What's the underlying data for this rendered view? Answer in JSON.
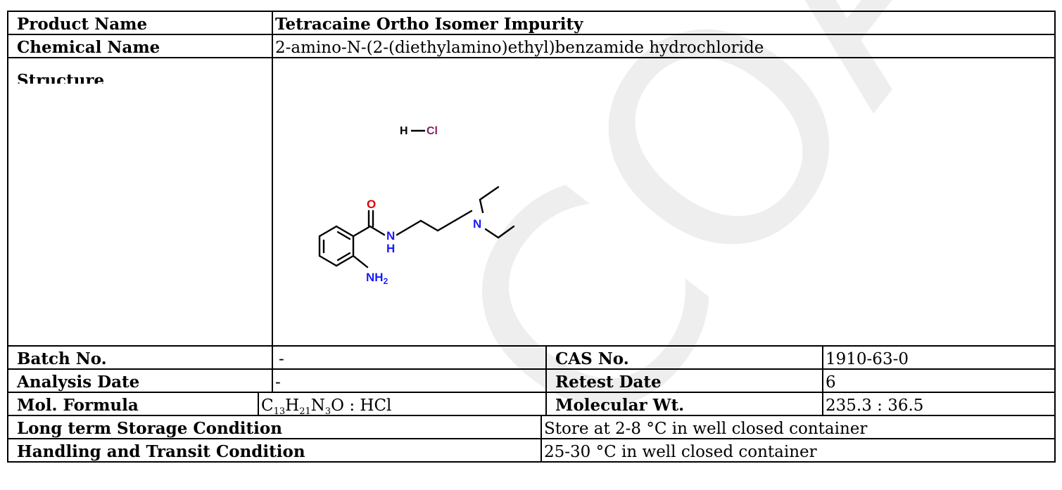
{
  "watermark": "COA",
  "rows": {
    "product": {
      "label": "Product Name",
      "value": "Tetracaine Ortho Isomer Impurity"
    },
    "chemical": {
      "label": "Chemical Name",
      "value": "2-amino-N-(2-(diethylamino)ethyl)benzamide hydrochloride"
    },
    "structure": {
      "label": "Structure",
      "atoms": {
        "hcl_h": "H",
        "hcl_cl": "Cl",
        "o": "O",
        "nh_n": "N",
        "nh_h": "H",
        "n": "N",
        "nh2": "NH",
        "nh2_sub": "2"
      },
      "colors": {
        "oxygen": "#e00000",
        "nitrogen": "#1a1aff",
        "chlorine": "#8a1f6a"
      }
    },
    "batch": {
      "label": "Batch No.",
      "value": "-",
      "label2": "CAS No.",
      "value2": "1910-63-0"
    },
    "analysis": {
      "label": "Analysis Date",
      "value": "-",
      "label2": "Retest Date",
      "value2": "6"
    },
    "formula": {
      "label": "Mol. Formula",
      "parts": [
        "C",
        "13",
        "H",
        "21",
        "N",
        "3",
        "O : HCl"
      ],
      "label2": "Molecular Wt.",
      "value2": "235.3 : 36.5"
    },
    "storage": {
      "label": "Long term Storage Condition",
      "value": "Store at 2-8 °C in well closed container"
    },
    "handling": {
      "label": "Handling and Transit Condition",
      "value": "25-30 °C in well closed container"
    }
  }
}
